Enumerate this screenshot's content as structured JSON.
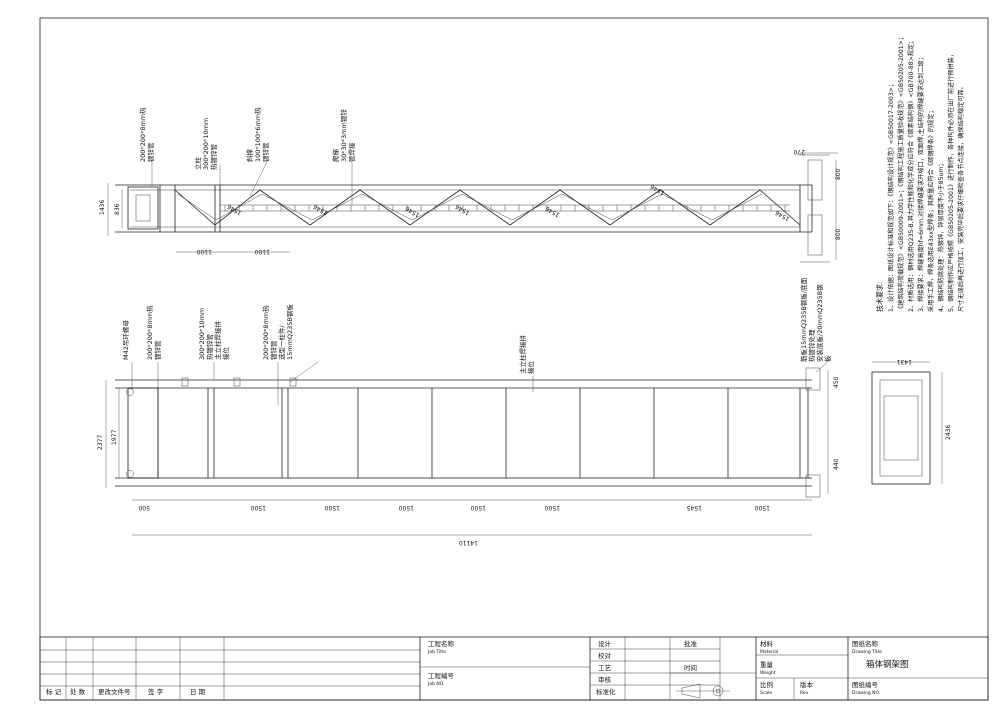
{
  "drawing": {
    "title_cn": "箱体钢架图",
    "notes_heading": "技术要求:",
    "notes": [
      "1、设计依据：图纸设计标准和规范如下：《钢结构设计规范》<GB50017-2003>；",
      "《建筑结构荷载规范》<GB50009-2001>；《钢结构工程施工质量验收规范》<GB50205-2001>；",
      "2、材质选用：钢材选用Q235-B,其力学性能和化学成分应符合《碳素结构钢》<GB700-88>规定；",
      "3、焊接要求：焊缝高度hf=6mm,对接焊缝要求开坡口，双面焊,主结构的焊缝要求达到二级；",
      "采用手工焊，焊条选用E43xx型焊条；其质量应符合《碳钢焊条》的规定；",
      "4、钢结构防腐处理：热镀锌，锌层厚度不小于85um；",
      "5、钢结构制作应严格按照《GB50205-2001》进行制作，各种构件必须在出厂前进行预拼装，",
      "尺寸无误后再进行加工，安装完毕后要求仔细检查各节点连接，确保结构稳定可靠。"
    ]
  },
  "top_view": {
    "labels": [
      {
        "lines": [
          "200*200*8mm热",
          "镀锌管"
        ]
      },
      {
        "lines": [
          "立柱",
          "300*200*10mm",
          "热镀锌管"
        ]
      },
      {
        "lines": [
          "斜撑",
          "100*100*6mm热",
          "镀锌管"
        ]
      },
      {
        "lines": [
          "爬梯",
          "30*30*3mm镀锌",
          "管焊接"
        ]
      }
    ],
    "dims": [
      "1436",
      "836",
      "1100",
      "1100",
      "1546",
      "1546",
      "1546",
      "1546",
      "1546",
      "1546",
      "1546",
      "270",
      "800",
      "800"
    ]
  },
  "front_view": {
    "labels": [
      {
        "lines": [
          "M42吊环螺母"
        ]
      },
      {
        "lines": [
          "200*200*8mm热",
          "镀锌管"
        ]
      },
      {
        "lines": [
          "300*200*10mm",
          "热镀锌管",
          "主立柱焊接拼",
          "接位"
        ]
      },
      {
        "lines": [
          "200*200*8mm热",
          "镀锌管",
          "选型一柱件/",
          "15mmQ235B钢板"
        ]
      },
      {
        "lines": [
          "主立柱焊接拼",
          "接位"
        ]
      },
      {
        "lines": [
          "筋板15mmQ235B钢板/底面",
          "热镀锌处理",
          "安装底板/20mmQ235B钢",
          "板"
        ]
      }
    ],
    "dims": [
      "2377",
      "1977",
      "450",
      "440",
      "500",
      "1500",
      "1500",
      "1500",
      "1500",
      "1500",
      "1545",
      "1500",
      "14110"
    ]
  },
  "side_view": {
    "dims": [
      "1431",
      "2436"
    ]
  },
  "title_block": {
    "rev_headers": [
      "标 记",
      "处 数",
      "更改文件号",
      "签 字",
      "日 期"
    ],
    "job_title_cn": "工程名称",
    "job_title_en": "Job Title",
    "job_no_cn": "工程编号",
    "job_no_en": "Job NO.",
    "roles": [
      "设计",
      "校对",
      "工艺",
      "审核",
      "标准化"
    ],
    "approve": "批准",
    "date": "时间",
    "material_cn": "材料",
    "material_en": "Material",
    "weight_cn": "重量",
    "weight_en": "Weight",
    "scale_cn": "比例",
    "scale_en": "Scale",
    "rev_cn": "版本",
    "rev_en": "Rev",
    "drawing_title_cn": "图纸名称",
    "drawing_title_en": "Drawing Title",
    "drawing_no_cn": "图纸编号",
    "drawing_no_en": "Drawing NO."
  }
}
